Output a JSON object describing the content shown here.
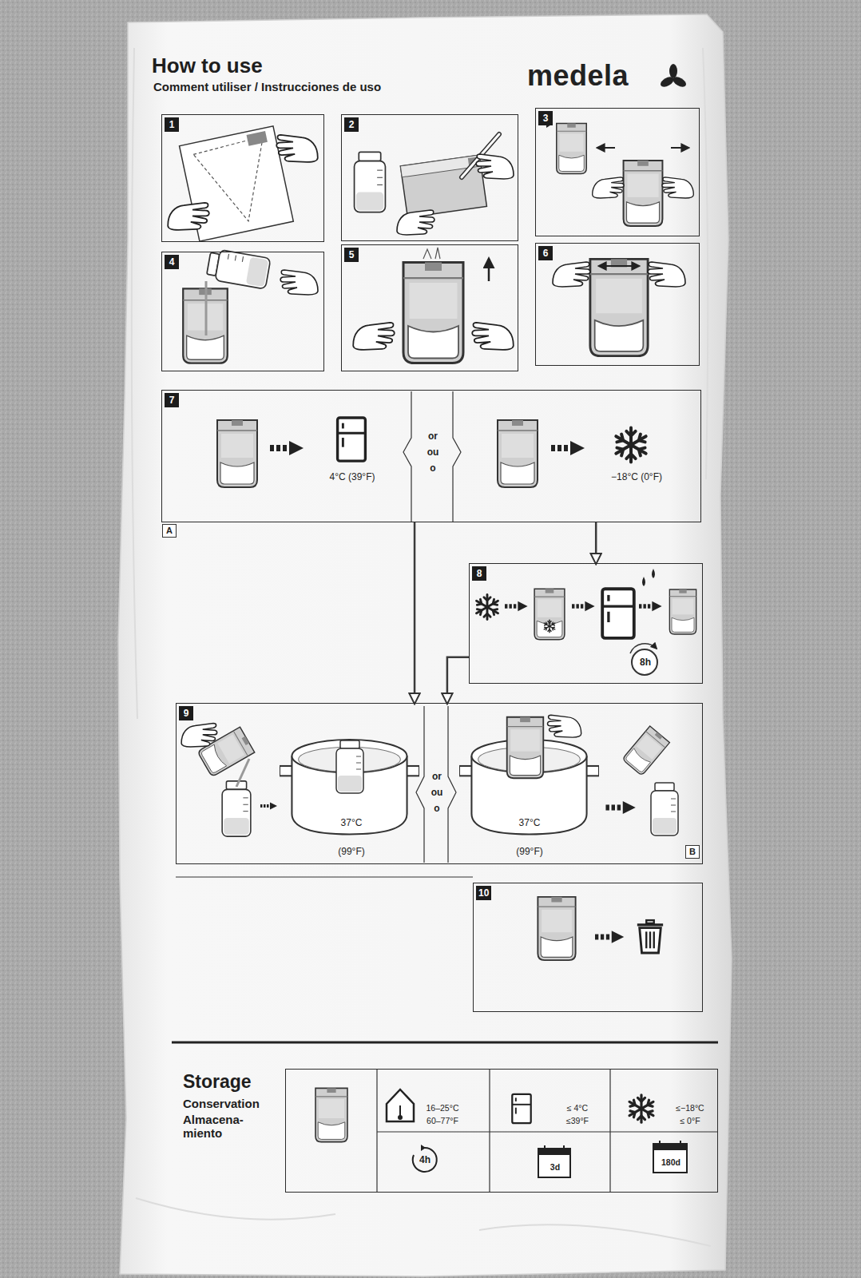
{
  "diagram": {
    "title": "How to use",
    "nodes": [
      {
        "text": [
          "1"
        ]
      },
      {
        "text": [
          "2"
        ]
      },
      {
        "text": [
          "3"
        ]
      },
      {
        "text": [
          "4"
        ]
      },
      {
        "text": [
          "5"
        ]
      },
      {
        "text": [
          "6"
        ]
      },
      {
        "text": [
          "7",
          "4°C (39°F)",
          "or",
          "ou",
          "o",
          "−18°C (0°F)"
        ]
      },
      {
        "text": [
          "8",
          "8h"
        ]
      },
      {
        "text": [
          "9",
          "37°C",
          "(99°F)",
          "or",
          "ou",
          "o",
          "37°C",
          "(99°F)"
        ]
      },
      {
        "text": [
          "10"
        ]
      },
      {
        "text": [
          "Storage",
          "Conservation",
          "Almacena- miento",
          "16–25°C",
          "60–77°F",
          "4h",
          "≤ 4°C",
          "≤39°F",
          "3d",
          "≤−18°C",
          "≤ 0°F",
          "180d"
        ]
      }
    ],
    "edges": [
      {
        "from": 6,
        "to": 7,
        "arrow": "to"
      },
      {
        "from": 6,
        "to": 8,
        "arrow": "to"
      },
      {
        "from": 7,
        "to": 8,
        "arrow": "to"
      }
    ],
    "labels": [
      "Comment utiliser / Instrucciones de uso",
      "medela",
      "A",
      "B"
    ]
  }
}
